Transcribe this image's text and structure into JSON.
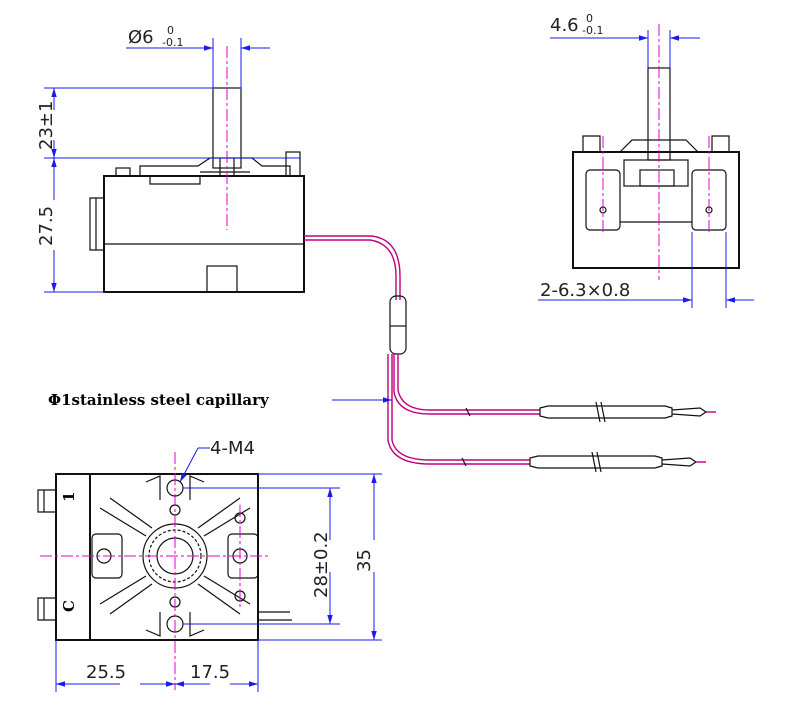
{
  "labels": {
    "shaft_diameter_main": "Ø6",
    "shaft_diameter_upper_tol": "0",
    "shaft_diameter_lower_tol": "-0.1",
    "flat_width_main": "4.6",
    "flat_width_upper_tol": "0",
    "flat_width_lower_tol": "-0.1",
    "shaft_height": "23±1",
    "body_height": "27.5",
    "terminal_size": "2-6.3×0.8",
    "capillary": "Φ1stainless steel capillary",
    "mounting_holes": "4-M4",
    "hole_spacing": "28±0.2",
    "body_width": "35",
    "left_offset": "25.5",
    "right_offset": "17.5",
    "terminal_1": "1",
    "terminal_c": "C"
  },
  "colors": {
    "outline": "#111111",
    "dimension": "#1a1aee",
    "centerline": "#e000c8",
    "capillary": "#c0007c"
  }
}
